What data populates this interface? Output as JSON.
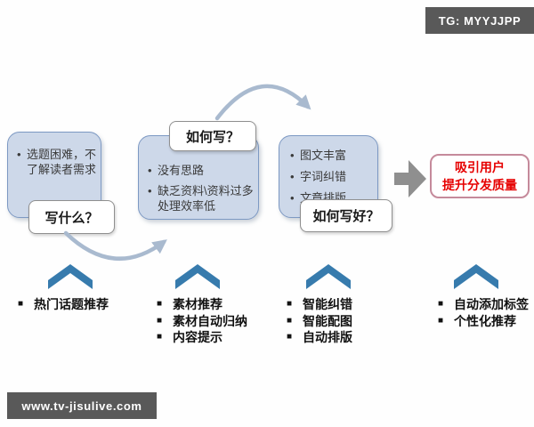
{
  "badges": {
    "telegram": "TG: MYYJJPP",
    "website": "www.tv-jisulive.com"
  },
  "colors": {
    "badge_bg": "#595959",
    "box_fill": "#cdd8e9",
    "box_border": "#7d99c3",
    "callout_border": "#8f8f8f",
    "curved_arrow": "#a9bacf",
    "block_arrow": "#8f8f8f",
    "chevron": "#377bad",
    "outcome_border": "#c58a9b",
    "outcome_text": "#e60000"
  },
  "stages": [
    {
      "question": "写什么？",
      "pains": [
        "选题困难，不了解读者需求"
      ],
      "solutions": [
        "热门话题推荐"
      ]
    },
    {
      "question": "如何写？",
      "pains": [
        "没有思路",
        "缺乏资料\\资料过多处理效率低"
      ],
      "solutions": [
        "素材推荐",
        "素材自动归纳",
        "内容提示"
      ]
    },
    {
      "question": "如何写好？",
      "pains": [
        "图文丰富",
        "字词纠错",
        "文章排版"
      ],
      "solutions": [
        "智能纠错",
        "智能配图",
        "自动排版"
      ]
    },
    {
      "solutions": [
        "自动添加标签",
        "个性化推荐"
      ]
    }
  ],
  "outcome": {
    "line1": "吸引用户",
    "line2": "提升分发质量"
  }
}
